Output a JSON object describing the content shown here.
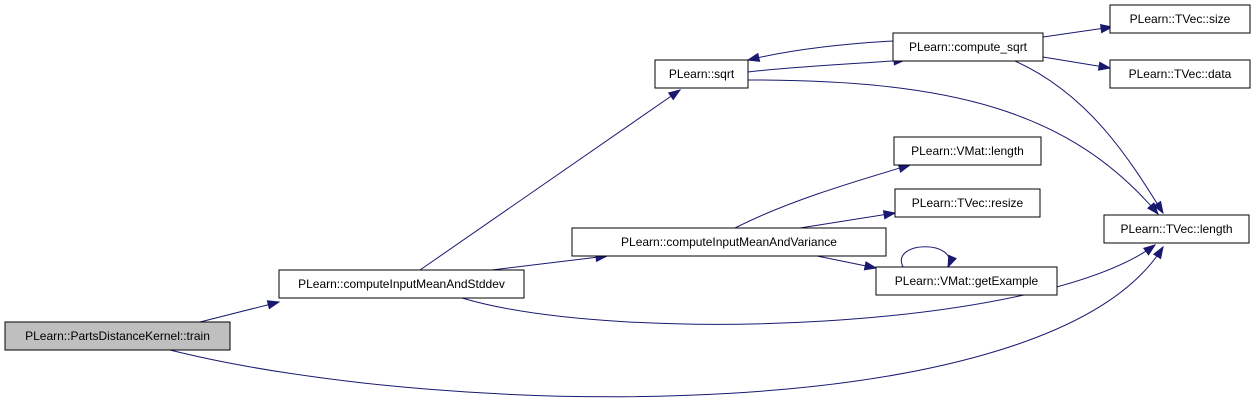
{
  "diagram": {
    "type": "call-graph",
    "nodes": [
      {
        "id": "train",
        "label": "PLearn::PartsDistanceKernel::train",
        "highlighted": true
      },
      {
        "id": "stddev",
        "label": "PLearn::computeInputMeanAndStddev"
      },
      {
        "id": "sqrt",
        "label": "PLearn::sqrt"
      },
      {
        "id": "variance",
        "label": "PLearn::computeInputMeanAndVariance"
      },
      {
        "id": "compute_sqrt",
        "label": "PLearn::compute_sqrt"
      },
      {
        "id": "tvec_size",
        "label": "PLearn::TVec::size"
      },
      {
        "id": "tvec_data",
        "label": "PLearn::TVec::data"
      },
      {
        "id": "vmat_length",
        "label": "PLearn::VMat::length"
      },
      {
        "id": "tvec_resize",
        "label": "PLearn::TVec::resize"
      },
      {
        "id": "vmat_getexample",
        "label": "PLearn::VMat::getExample"
      },
      {
        "id": "tvec_length",
        "label": "PLearn::TVec::length"
      }
    ],
    "edges": [
      {
        "from": "train",
        "to": "stddev"
      },
      {
        "from": "train",
        "to": "tvec_length"
      },
      {
        "from": "stddev",
        "to": "sqrt"
      },
      {
        "from": "stddev",
        "to": "variance"
      },
      {
        "from": "stddev",
        "to": "tvec_length"
      },
      {
        "from": "sqrt",
        "to": "compute_sqrt"
      },
      {
        "from": "sqrt",
        "to": "tvec_length"
      },
      {
        "from": "compute_sqrt",
        "to": "sqrt"
      },
      {
        "from": "compute_sqrt",
        "to": "tvec_size"
      },
      {
        "from": "compute_sqrt",
        "to": "tvec_data"
      },
      {
        "from": "compute_sqrt",
        "to": "tvec_length"
      },
      {
        "from": "variance",
        "to": "vmat_length"
      },
      {
        "from": "variance",
        "to": "tvec_resize"
      },
      {
        "from": "variance",
        "to": "vmat_getexample"
      },
      {
        "from": "vmat_getexample",
        "to": "vmat_getexample"
      }
    ],
    "colors": {
      "edge": "#191970",
      "node_border": "#000000",
      "node_fill": "#ffffff",
      "highlight_fill": "#bfbfbf"
    }
  }
}
